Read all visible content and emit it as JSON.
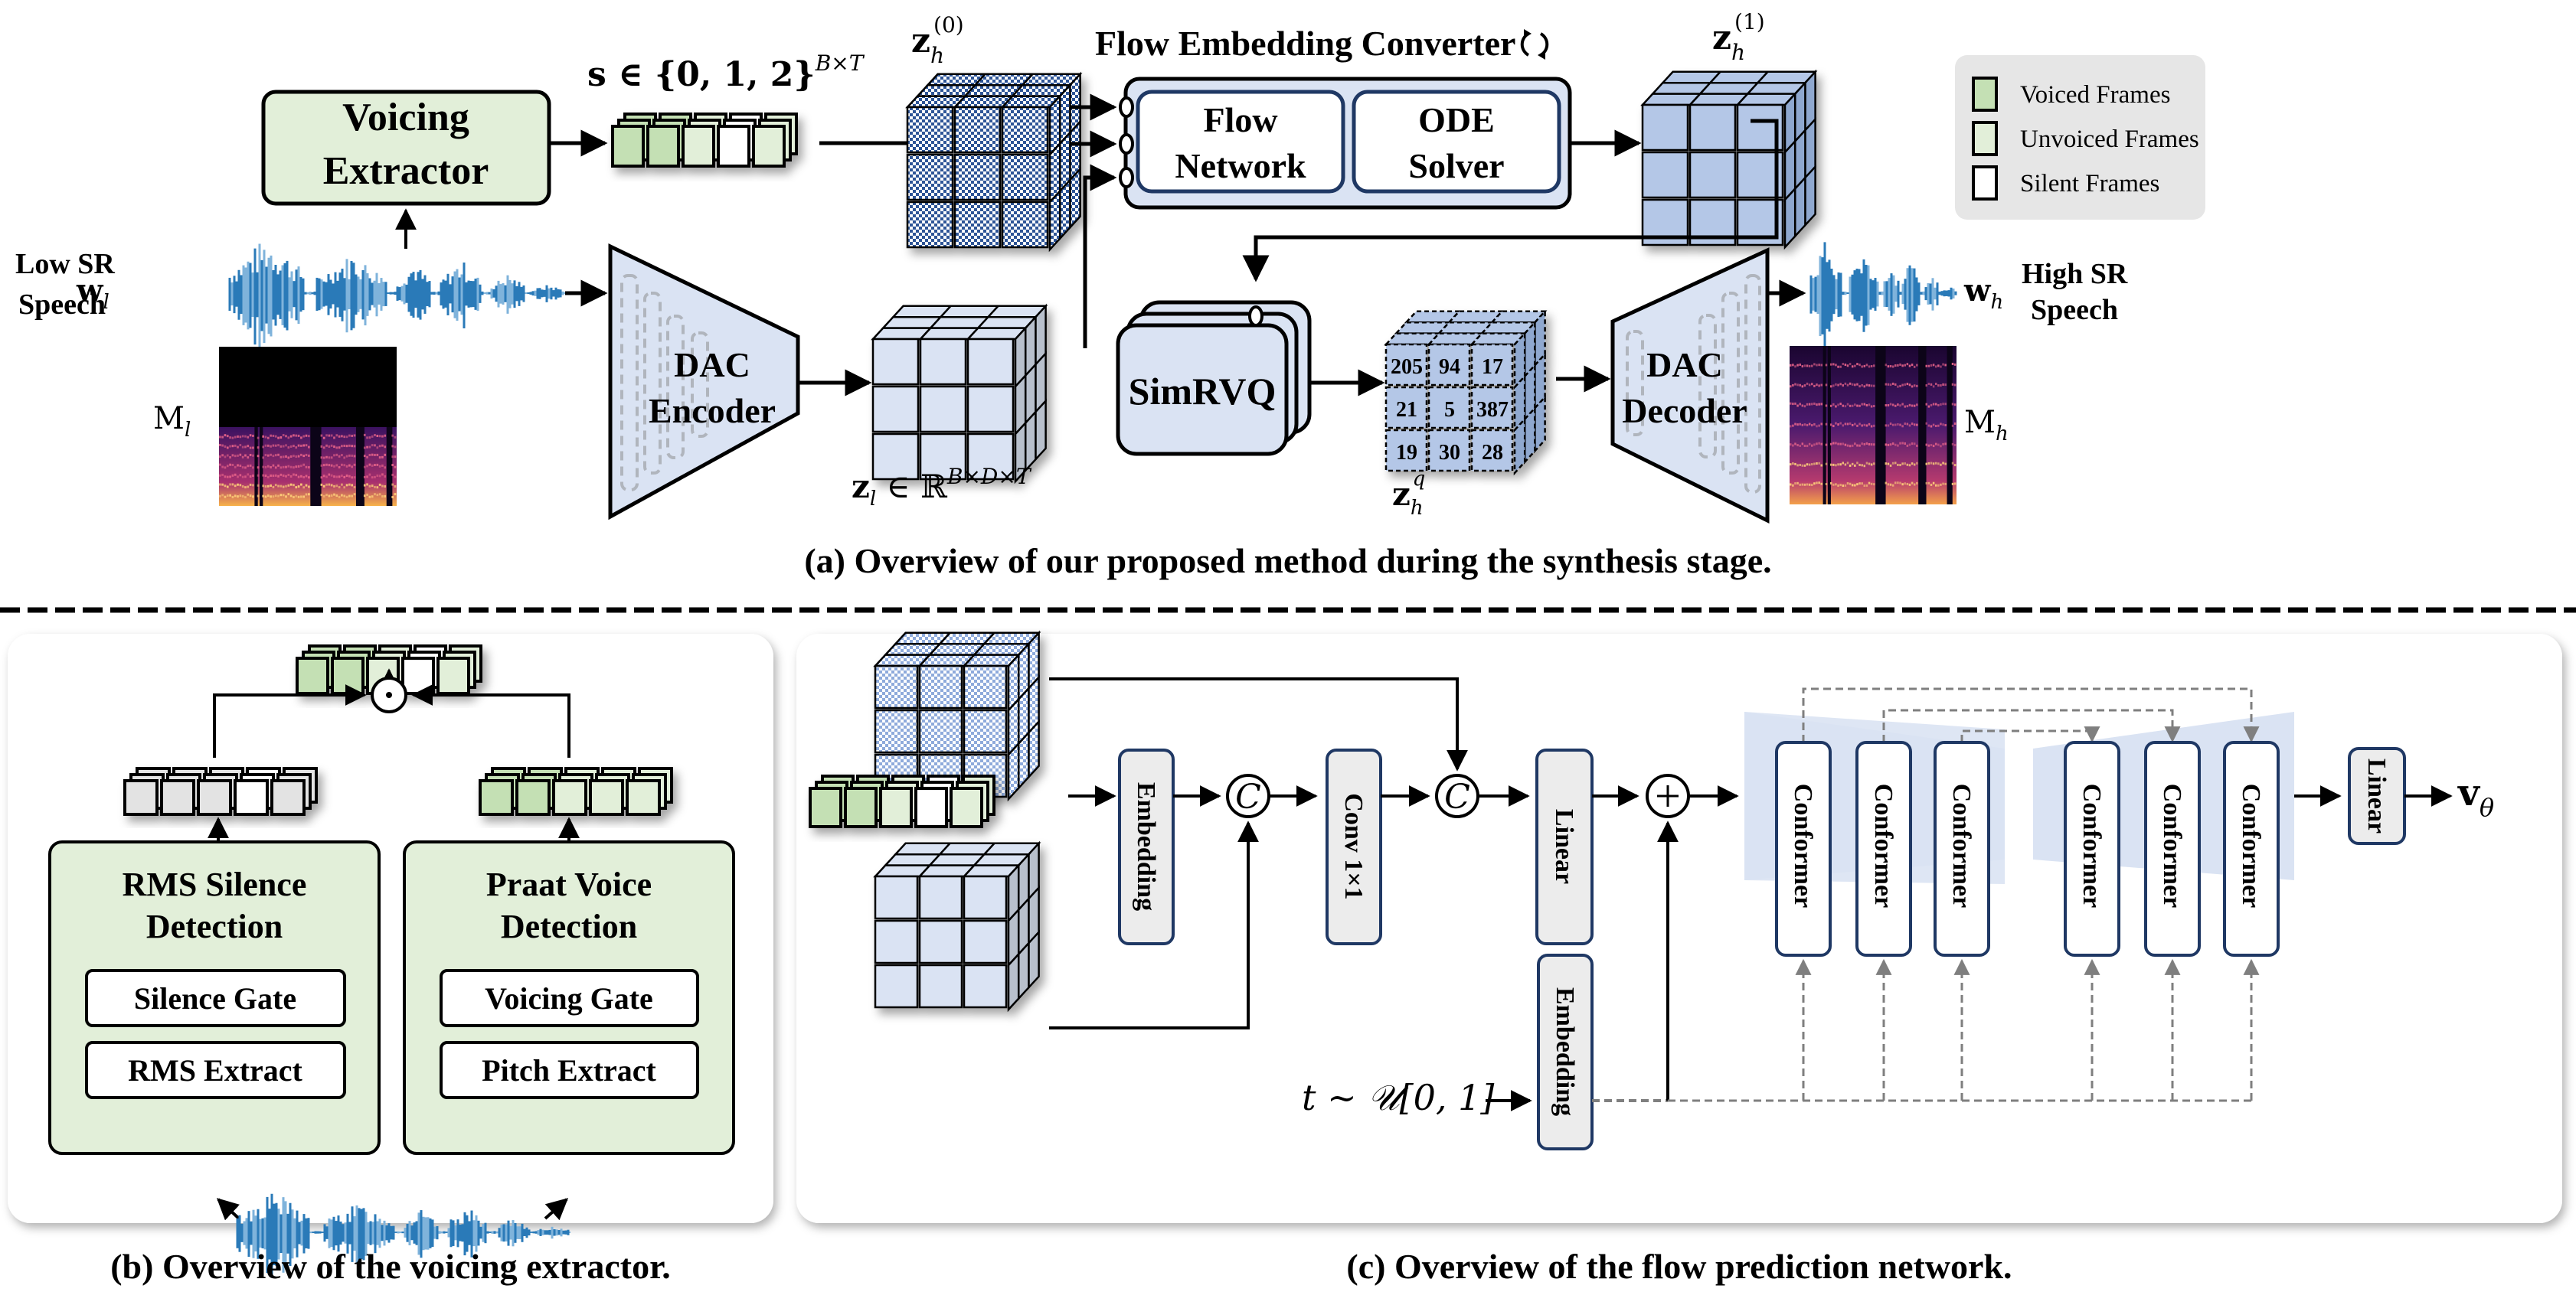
{
  "colors": {
    "voiced": "#c4e0b4",
    "unvoiced": "#e2efd9",
    "silent": "#ffffff",
    "gray_frame": "#e3e3e3",
    "green_panel": "#e2efd9",
    "blue_fill": "#dae3f3",
    "blue_cube": "#b4c7e7",
    "blue_cube_side": "#8fa8cf",
    "legend_bg": "#e6e6e6",
    "block_gray": "#ececec",
    "navy_border": "#1f3864",
    "skip_gray": "#7f7f7f",
    "wave_blue": "#2a7ab8",
    "wave_light": "#7fb3db"
  },
  "panel_a": {
    "voicing_extractor": {
      "line1": "Voicing",
      "line2": "Extractor"
    },
    "s_label": "s ∈ {0, 1, 2}",
    "s_sup": "B×T",
    "frame_sequence": [
      "voiced",
      "voiced",
      "unvoiced",
      "silent",
      "unvoiced"
    ],
    "zh0_label": "z",
    "zh0_sub": "h",
    "zh0_sup": "(0)",
    "zh1_label": "z",
    "zh1_sub": "h",
    "zh1_sup": "(1)",
    "converter_title": "Flow Embedding Converter",
    "converter_icon": "refresh-cycle-icon",
    "flow_network": {
      "line1": "Flow",
      "line2": "Network"
    },
    "ode_solver": {
      "line1": "ODE",
      "line2": "Solver"
    },
    "input_speech": {
      "line1": "Low SR",
      "line2": "Speech",
      "symbol": "w",
      "sub": "l"
    },
    "output_speech": {
      "line1": "High SR",
      "line2": "Speech",
      "symbol": "w",
      "sub": "h"
    },
    "mel_low": {
      "symbol": "M",
      "sub": "l"
    },
    "mel_high": {
      "symbol": "M",
      "sub": "h"
    },
    "dac_encoder": {
      "line1": "DAC",
      "line2": "Encoder"
    },
    "dac_decoder": {
      "line1": "DAC",
      "line2": "Decoder"
    },
    "zl_label": "z",
    "zl_sub": "l",
    "zl_rest": " ∈ ℝ",
    "zl_sup": "B×D×T",
    "simrvq": "SimRVQ",
    "zq_label": "z",
    "zq_sub": "h",
    "zq_sup": "q",
    "quant_codes": [
      [
        "205",
        "94",
        "17"
      ],
      [
        "21",
        "5",
        "387"
      ],
      [
        "19",
        "30",
        "28"
      ]
    ],
    "legend": [
      {
        "type": "voiced",
        "label": "Voiced Frames"
      },
      {
        "type": "unvoiced",
        "label": "Unvoiced Frames"
      },
      {
        "type": "silent",
        "label": "Silent Frames"
      }
    ],
    "caption": "(a) Overview of our proposed method during the synthesis stage."
  },
  "panel_b": {
    "output_frames": [
      "voiced",
      "voiced",
      "unvoiced",
      "silent",
      "unvoiced"
    ],
    "silence_frames": [
      "gray",
      "gray",
      "gray",
      "silent",
      "gray"
    ],
    "voice_frames": [
      "voiced",
      "voiced",
      "unvoiced",
      "unvoiced",
      "unvoiced"
    ],
    "combine_op": "⊙",
    "rms_block": {
      "title1": "RMS Silence",
      "title2": "Detection",
      "gate": "Silence Gate",
      "extract": "RMS Extract"
    },
    "praat_block": {
      "title1": "Praat Voice",
      "title2": "Detection",
      "gate": "Voicing Gate",
      "extract": "Pitch Extract"
    },
    "caption": "(b) Overview of the voicing extractor."
  },
  "panel_c": {
    "frame_sequence": [
      "voiced",
      "voiced",
      "unvoiced",
      "silent",
      "unvoiced"
    ],
    "embedding1": "Embedding",
    "concat_symbol": "C",
    "conv": "Conv 1×1",
    "linear_in": "Linear",
    "add_symbol": "+",
    "t_label": "t ~ 𝒰[0, 1]",
    "embedding_t": "Embedding",
    "conformers_down": [
      "Conformer",
      "Conformer",
      "Conformer"
    ],
    "conformers_up": [
      "Conformer",
      "Conformer",
      "Conformer"
    ],
    "linear_out": "Linear",
    "output_label": "v",
    "output_sub": "θ",
    "caption": "(c) Overview of the flow prediction network."
  }
}
